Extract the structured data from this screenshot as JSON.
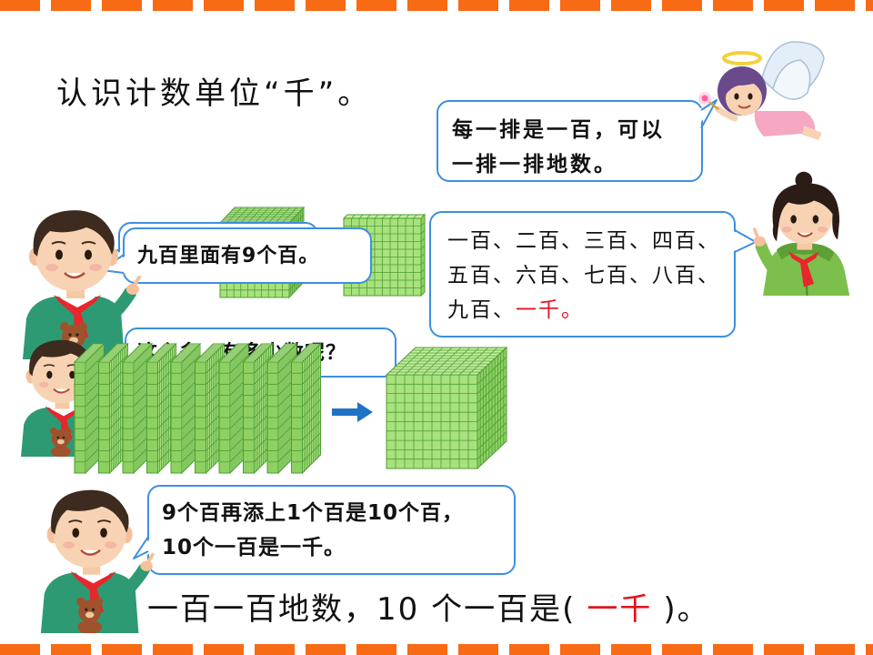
{
  "title": "认识计数单位“千”。",
  "bubbles": {
    "angel": {
      "lines": [
        "每一排是一百，可以",
        "一排一排地数。"
      ]
    },
    "girl": {
      "lines": [
        "一百、二百、三百、四百、",
        "五百、六百、七百、八百、",
        "九百、"
      ],
      "highlight": "一千。"
    },
    "boy_top": {
      "text": "九百里面有9个百。"
    },
    "boy_middle": {
      "text": "这么多，有多少数呢？"
    },
    "boy_bottom": {
      "lines": [
        "9个百再添上1个百是10个百，",
        "10个一百是一千。"
      ]
    }
  },
  "summary": {
    "before": "一百一百地数，10 个一百是(",
    "answer": "一千",
    "after": ")。"
  },
  "icons": {
    "arrow": "arrow-right-icon",
    "flat": "hundred-flat-icon",
    "cube": "thousand-cube-icon",
    "characters": [
      "boy-character-icon",
      "girl-character-icon",
      "angel-character-icon"
    ]
  },
  "colors": {
    "border_orange": "#f86a14",
    "bubble_border": "#3d8fe0",
    "highlight_red": "#e0141e",
    "arrow_blue": "#1f73c4",
    "block_front": "#a8e27e",
    "block_top": "#c6ef9f",
    "block_side": "#8ed062",
    "block_grid": "#4e9e34"
  }
}
